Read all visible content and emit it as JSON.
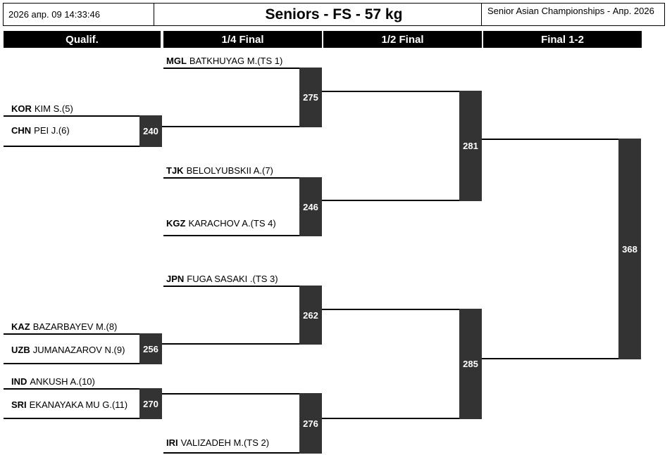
{
  "header": {
    "timestamp": "2026 апр. 09 14:33:46",
    "title": "Seniors - FS - 57 kg",
    "event": "Senior Asian Championships - Апр. 2026"
  },
  "rounds": {
    "qualif": "Qualif.",
    "quarterfinal": "1/4 Final",
    "semifinal": "1/2 Final",
    "final": "Final 1-2"
  },
  "athletes": {
    "mgl": {
      "noc": "MGL",
      "name": "BATKHUYAG M.(TS 1)"
    },
    "kor": {
      "noc": "KOR",
      "name": "KIM S.(5)"
    },
    "chn": {
      "noc": "CHN",
      "name": "PEI J.(6)"
    },
    "tjk": {
      "noc": "TJK",
      "name": "BELOLYUBSKII A.(7)"
    },
    "kgz": {
      "noc": "KGZ",
      "name": "KARACHOV A.(TS 4)"
    },
    "jpn": {
      "noc": "JPN",
      "name": "FUGA SASAKI .(TS 3)"
    },
    "kaz": {
      "noc": "KAZ",
      "name": "BAZARBAYEV M.(8)"
    },
    "uzb": {
      "noc": "UZB",
      "name": "JUMANAZAROV N.(9)"
    },
    "ind": {
      "noc": "IND",
      "name": "ANKUSH A.(10)"
    },
    "sri": {
      "noc": "SRI",
      "name": "EKANAYAKA MU G.(11)"
    },
    "iri": {
      "noc": "IRI",
      "name": "VALIZADEH M.(TS 2)"
    }
  },
  "matches": {
    "m240": "240",
    "m246": "246",
    "m256": "256",
    "m262": "262",
    "m270": "270",
    "m275": "275",
    "m276": "276",
    "m281": "281",
    "m285": "285",
    "m368": "368"
  },
  "colors": {
    "line": "#000000",
    "match_box": "#333333",
    "round_header_bg": "#000000",
    "round_header_text": "#ffffff"
  }
}
